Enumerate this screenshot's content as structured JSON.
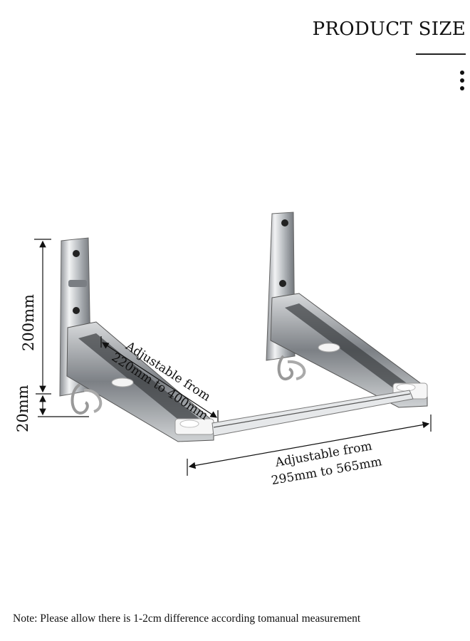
{
  "header": {
    "title": "PRODUCT SIZE",
    "menu_icon": "vertical-dots-icon"
  },
  "dimensions": {
    "height_bracket": "200mm",
    "hook_offset": "20mm",
    "arm_length_line1": "Adjustable from",
    "arm_length_line2": "220mm to 400mm",
    "span_width_line1": "Adjustable from",
    "span_width_line2": "295mm to 565mm"
  },
  "product": {
    "name": "wall-mounted folding bracket rack",
    "color": "#c0c4c8"
  },
  "footer": {
    "note": "Note: Please allow there is 1-2cm difference according tomanual measurement"
  }
}
